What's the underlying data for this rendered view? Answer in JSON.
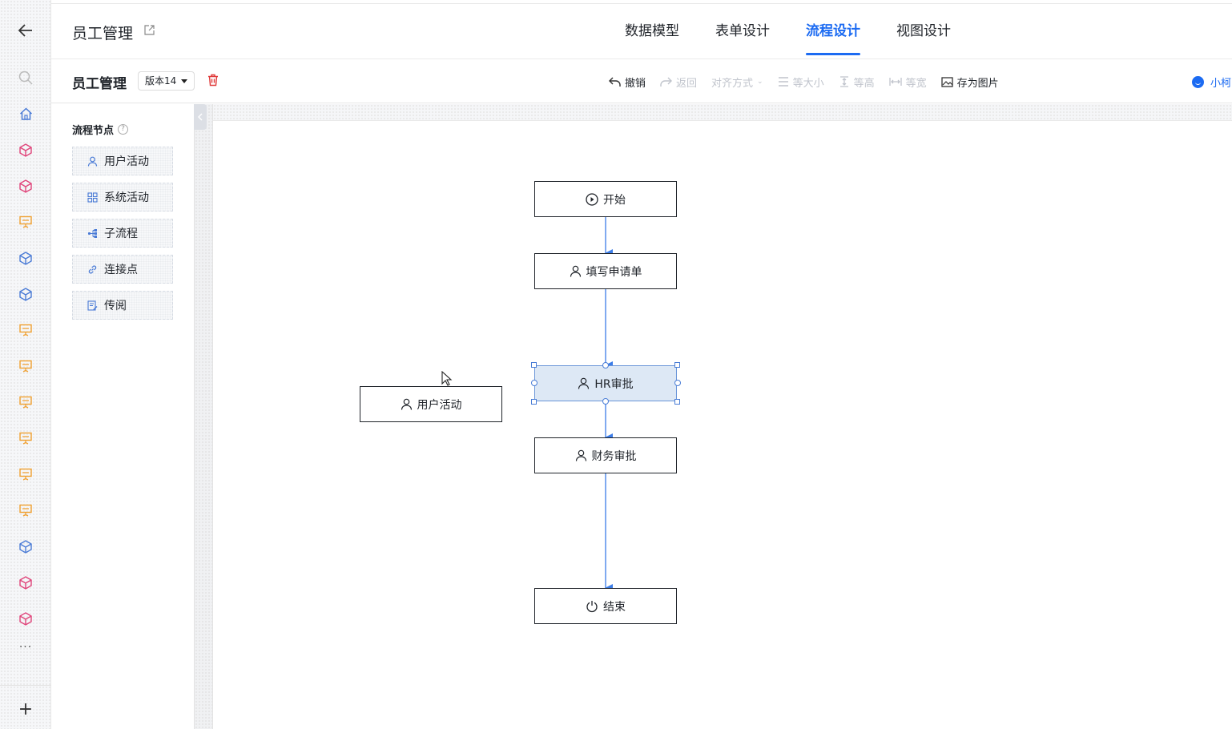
{
  "header": {
    "app_title": "员工管理",
    "tabs": [
      {
        "label": "数据模型",
        "active": false
      },
      {
        "label": "表单设计",
        "active": false
      },
      {
        "label": "流程设计",
        "active": true
      },
      {
        "label": "视图设计",
        "active": false
      }
    ]
  },
  "toolbar": {
    "flow_title": "员工管理",
    "version": "版本14",
    "undo": "撤销",
    "redo": "返回",
    "align": "对齐方式",
    "same_size": "等大小",
    "same_height": "等高",
    "same_width": "等宽",
    "save_image": "存为图片",
    "user": "小柯"
  },
  "palette": {
    "title": "流程节点",
    "items": [
      {
        "label": "用户活动",
        "icon": "user-icon"
      },
      {
        "label": "系统活动",
        "icon": "grid-icon"
      },
      {
        "label": "子流程",
        "icon": "subflow-icon"
      },
      {
        "label": "连接点",
        "icon": "link-icon"
      },
      {
        "label": "传阅",
        "icon": "circulate-icon"
      }
    ]
  },
  "flow": {
    "nodes": [
      {
        "id": "start",
        "label": "开始",
        "icon": "play-circle-icon"
      },
      {
        "id": "fill",
        "label": "填写申请单",
        "icon": "user-icon"
      },
      {
        "id": "hr",
        "label": "HR审批",
        "icon": "user-icon",
        "selected": true
      },
      {
        "id": "finance",
        "label": "财务审批",
        "icon": "user-icon"
      },
      {
        "id": "end",
        "label": "结束",
        "icon": "power-icon"
      },
      {
        "id": "dragging",
        "label": "用户活动",
        "icon": "user-icon"
      }
    ]
  },
  "colors": {
    "accent": "#1c6bf2",
    "edge": "#3b7de8",
    "selected_fill": "#dde8f5",
    "danger": "#e03a3a",
    "rail_pink": "#e0447a",
    "rail_blue": "#4a7bd6",
    "rail_orange": "#f0a030"
  }
}
